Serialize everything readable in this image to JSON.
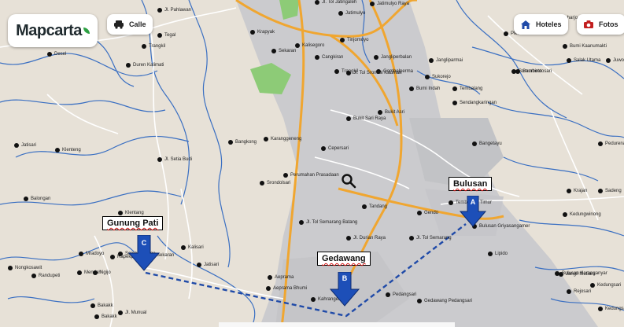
{
  "brand": {
    "name": "Mapcarta"
  },
  "toolbar": {
    "street_label": "Calle",
    "hotels_label": "Hoteles",
    "photos_label": "Fotos"
  },
  "colors": {
    "land": "#e7e1d7",
    "urban": "#c9c9cc",
    "highway": "#f0a630",
    "river": "#3a6fc2",
    "park": "#7fc46a",
    "route": "#1f4aa8",
    "arrow": "#1d4fb8"
  },
  "icons": {
    "search": "magnifier-icon",
    "street": "car-icon",
    "hotels": "house-icon",
    "photos": "camera-icon"
  },
  "markers": [
    {
      "id": "A",
      "letter": "A",
      "label": "Bulusan"
    },
    {
      "id": "B",
      "letter": "B",
      "label": "Gedawang"
    },
    {
      "id": "C",
      "letter": "C",
      "label": "Gunung Pati"
    }
  ],
  "places": [
    "Jatimulyo",
    "Krapyak",
    "Sekaran",
    "Kalisegoro",
    "Tinjomoyo",
    "Cangkiran",
    "Jangliperbalan",
    "Trangkil",
    "Gombelperma",
    "Jangliparmai",
    "Sumurboto",
    "Bumi Kaanumakti",
    "Salak Utama",
    "Juwono",
    "Sambirotosari",
    "Desel",
    "Tegal",
    "Trangkil",
    "Sukorejo",
    "Tembalang",
    "Bukit Sari Raya",
    "Sendangkaringan",
    "Bukit Asri",
    "Jatisari",
    "Klenteng",
    "Bangkong",
    "Karanggeneng",
    "Cepersari",
    "Perumahan Prasadaan",
    "Pedurenan",
    "Bangetayu",
    "Sadeng",
    "Kedungwinong",
    "Srondolsari",
    "Tandang",
    "Gendo",
    "Tembalang Timur",
    "Krajan",
    "Jl. Tol Semarang Batang",
    "Jl. Durian Raya",
    "Jl. Tol Semarang",
    "Bulusan Griyasangamer",
    "Lipido",
    "Balongan",
    "Klentang",
    "Sejahtera Tiga",
    "Mradoyo",
    "Sekaran",
    "Rapekpel",
    "Nongkosawit",
    "Randupeti",
    "Mendah",
    "Ngijo",
    "Kalisari",
    "Jatisari",
    "Aeprama Bhumi",
    "Kahrangele",
    "Kedungsari",
    "Jangli Mutiara",
    "Pedangsari",
    "Bakakk",
    "Jl. Munual",
    "Gedawang Pedangsari",
    "Rejosari",
    "Bulusan Karanganyar",
    "Kedungsari",
    "Jatimulyo Raya",
    "Jl. Pahlawan",
    "Jl. Tol Jatingaleh",
    "Jl. Tol Srondol Kauman",
    "Bumi Indah",
    "Aeprama",
    "Pleburan",
    "Mangunharjo",
    "Duren Kalimati",
    "Jl. Setia Budi",
    "Bakakk"
  ]
}
